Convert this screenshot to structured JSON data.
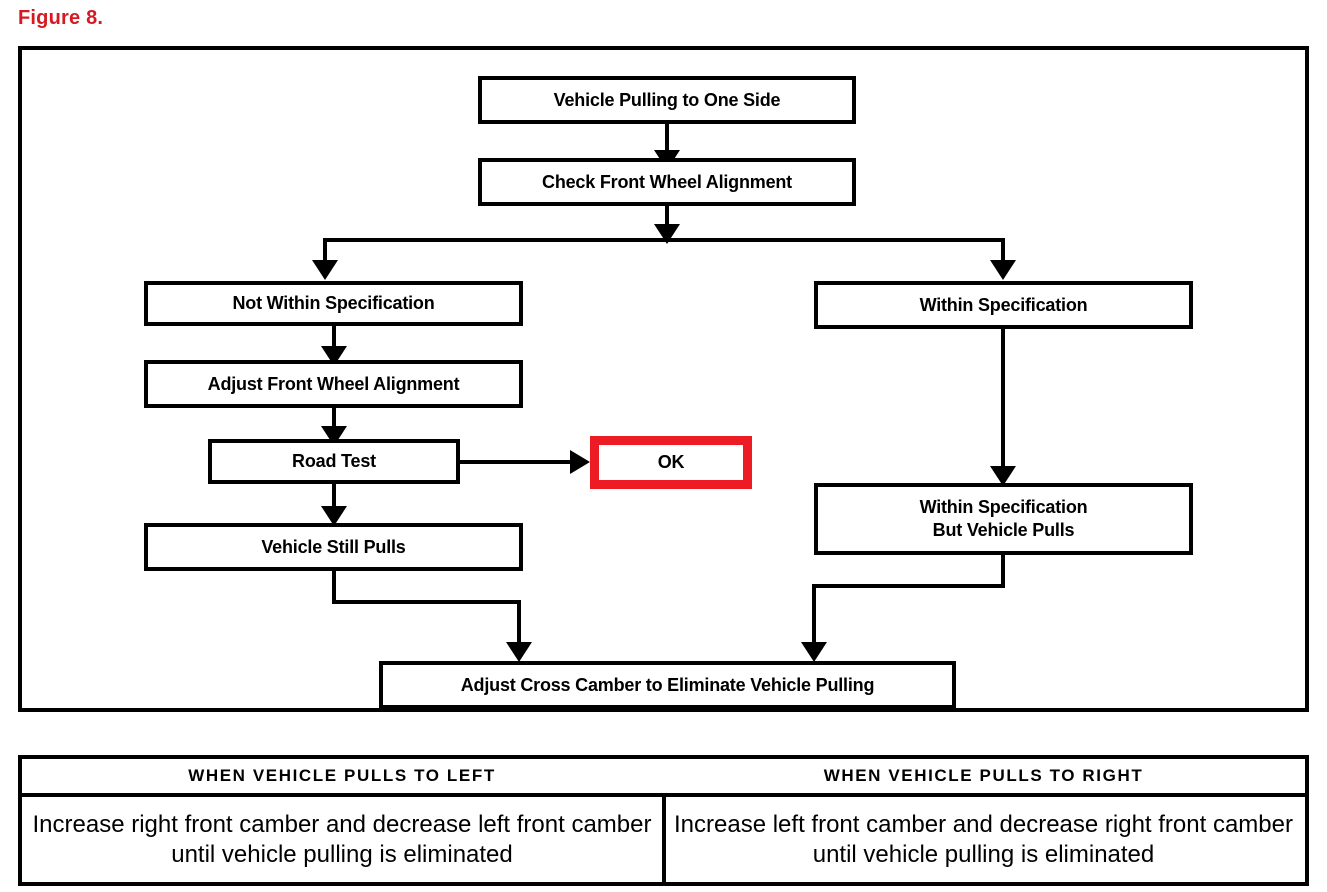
{
  "figure": {
    "caption": "Figure 8.",
    "caption_color": "#d71a21"
  },
  "flowchart": {
    "accent_color": "#ed1c24",
    "line_color": "#000000",
    "nodes": {
      "start": "Vehicle Pulling to One Side",
      "check": "Check Front Wheel Alignment",
      "not_within_spec": "Not Within Specification",
      "adjust_alignment": "Adjust Front Wheel Alignment",
      "road_test": "Road Test",
      "ok": "OK",
      "still_pulls": "Vehicle Still Pulls",
      "within_spec": "Within Specification",
      "within_spec_but_pulls_line1": "Within Specification",
      "within_spec_but_pulls_line2": "But Vehicle Pulls",
      "adjust_cross_camber": "Adjust Cross Camber to Eliminate Vehicle Pulling"
    }
  },
  "table": {
    "headers": [
      "WHEN VEHICLE PULLS TO LEFT",
      "WHEN VEHICLE PULLS TO RIGHT"
    ],
    "rows": [
      [
        "Increase right front camber and decrease left front camber until vehicle pulling is eliminated",
        "Increase left front camber and decrease right front camber until vehicle pulling is eliminated"
      ]
    ]
  }
}
